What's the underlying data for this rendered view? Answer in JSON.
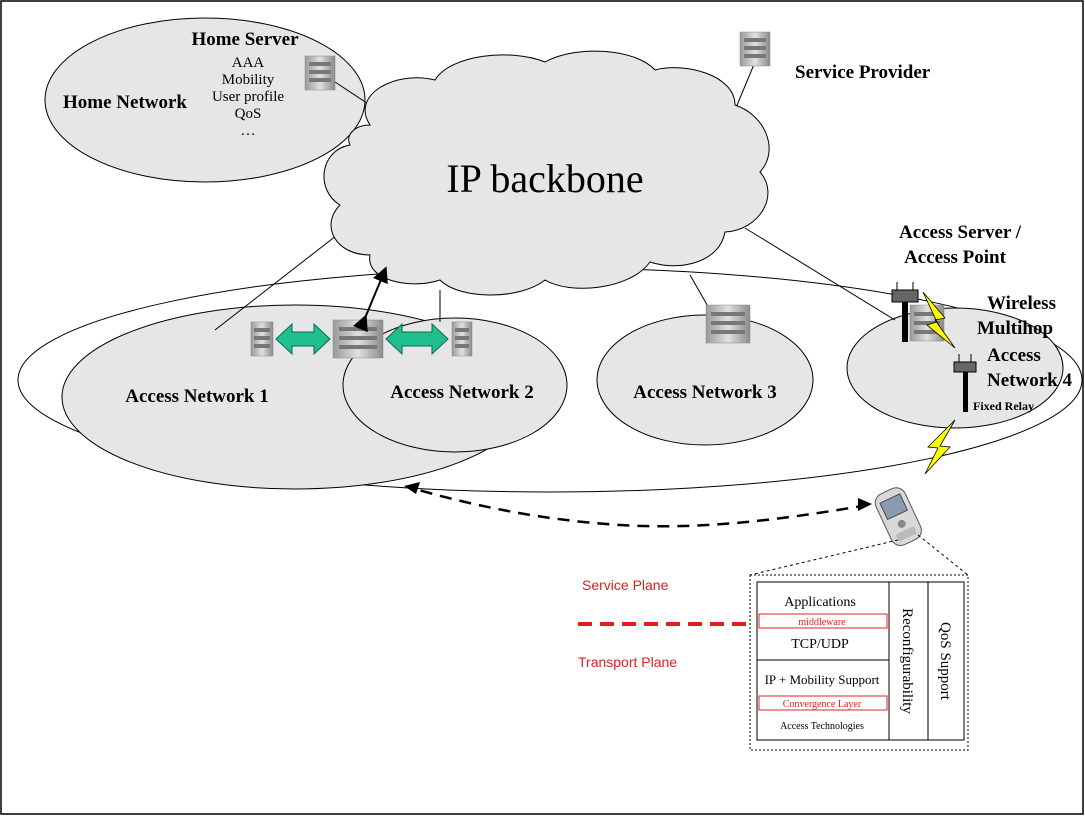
{
  "labels": {
    "home_server": "Home Server",
    "home_network": "Home Network",
    "home_services": [
      "AAA",
      "Mobility",
      "User profile",
      "QoS",
      "…"
    ],
    "service_provider": "Service Provider",
    "ip_backbone": "IP backbone",
    "access_server": "Access Server /",
    "access_point": "Access Point",
    "wireless": "Wireless",
    "multihop": "Multihop",
    "access": "Access",
    "network4": "Network 4",
    "fixed_relay": "Fixed Relay",
    "access_network_1": "Access Network 1",
    "access_network_2": "Access Network 2",
    "access_network_3": "Access Network 3",
    "service_plane": "Service Plane",
    "transport_plane": "Transport  Plane"
  },
  "stack": {
    "applications": "Applications",
    "middleware": "middleware",
    "tcp_udp": "TCP/UDP",
    "ip_mobility": "IP + Mobility Support",
    "convergence": "Convergence Layer",
    "access_tech": "Access Technologies",
    "reconfigurability": "Reconfigurability",
    "qos_support": "QoS Support"
  },
  "colors": {
    "ellipse_fill": "#e6e6e6",
    "plane_red": "#e02020",
    "arrow_green": "#1fbf8f",
    "bolt_yellow": "#ffff00"
  }
}
